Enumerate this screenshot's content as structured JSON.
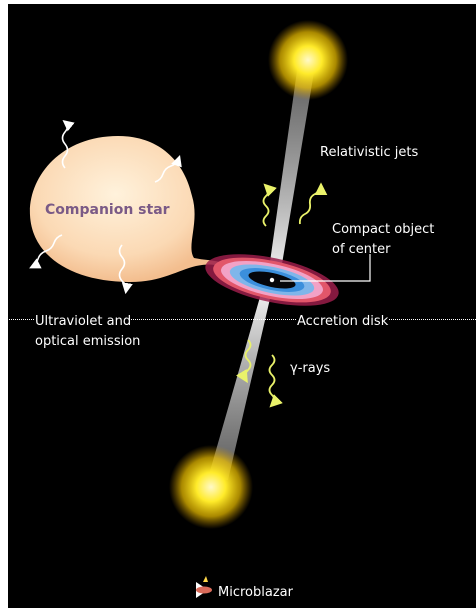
{
  "labels": {
    "companion_star": "Companion star",
    "relativistic_jets": "Relativistic jets",
    "compact_object_line1": "Compact object",
    "compact_object_line2": "of center",
    "uv_line1": "Ultraviolet and",
    "uv_line2": "optical emission",
    "accretion_disk": "Accretion disk",
    "gamma_rays": "γ-rays",
    "microblazar": "Microblazar"
  },
  "icons": {
    "star_glow": "yellow-glow",
    "photon": "wavy-arrow",
    "logo": "microblazar-icon"
  },
  "colors": {
    "background": "#000000",
    "star_fill": "#fbd9b4",
    "glow": "#ffe63a",
    "photon_arrow": "#eaf26a",
    "emission_arrow": "#ffffff",
    "label_star": "#7a5a86"
  }
}
